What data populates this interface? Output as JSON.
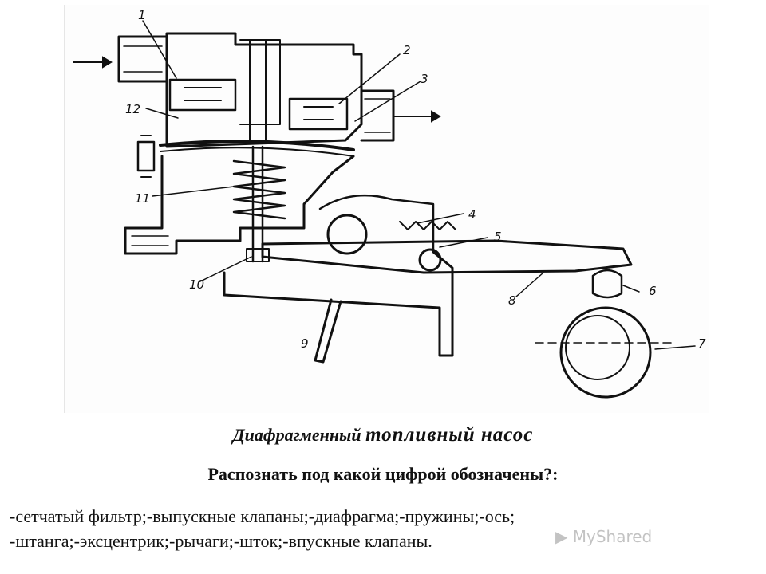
{
  "diagram": {
    "callouts": [
      "1",
      "2",
      "3",
      "4",
      "5",
      "6",
      "7",
      "8",
      "9",
      "10",
      "11",
      "12"
    ]
  },
  "caption": {
    "title_part1": "Диафрагменный",
    "title_part2": "топливный насос",
    "question": "Распознать под какой цифрой обозначены?:",
    "terms_line1": "-сетчатый фильтр;-выпускные клапаны;-диафрагма;-пружины;-ось;",
    "terms_line2": "-штанга;-эксцентрик;-рычаги;-шток;-впускные клапаны."
  },
  "watermark": {
    "text": "MyShared"
  }
}
